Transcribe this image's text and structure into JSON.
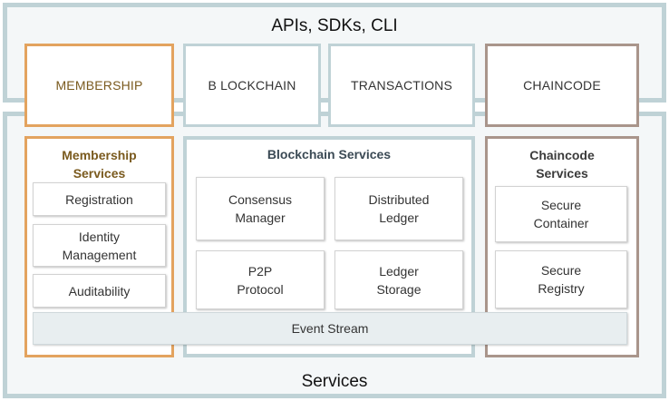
{
  "colors": {
    "membership": "#e3a35f",
    "blockchain": "#bfd2d6",
    "chaincode": "#a9958b",
    "outer": "#bfd2d6"
  },
  "top_panel": {
    "title": "APIs, SDKs, CLI",
    "boxes": [
      "MEMBERSHIP",
      "B LOCKCHAIN",
      "TRANSACTIONS",
      "CHAINCODE"
    ]
  },
  "services_panel": {
    "title": "Services",
    "membership": {
      "title": "Membership\nServices",
      "items": [
        "Registration",
        "Identity\nManagement",
        "Auditability"
      ]
    },
    "blockchain": {
      "title": "Blockchain Services",
      "items": [
        "Consensus\nManager",
        "Distributed\nLedger",
        "P2P\nProtocol",
        "Ledger\nStorage"
      ]
    },
    "chaincode": {
      "title": "Chaincode\nServices",
      "items": [
        "Secure\nContainer",
        "Secure\nRegistry"
      ]
    },
    "event_stream": "Event Stream"
  }
}
